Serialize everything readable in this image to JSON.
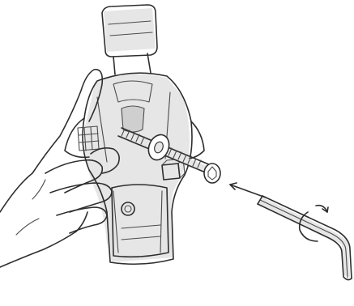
{
  "illustration": {
    "parts": [
      "mount-strap",
      "mount-bracket",
      "hand",
      "threaded-bolt",
      "washer",
      "bolt-head",
      "hex-key",
      "insert-direction-arrow",
      "rotate-arrow"
    ],
    "colors": {
      "ink": "#2e2e2e",
      "shading": "#e6e6e6",
      "background": "#ffffff"
    }
  }
}
